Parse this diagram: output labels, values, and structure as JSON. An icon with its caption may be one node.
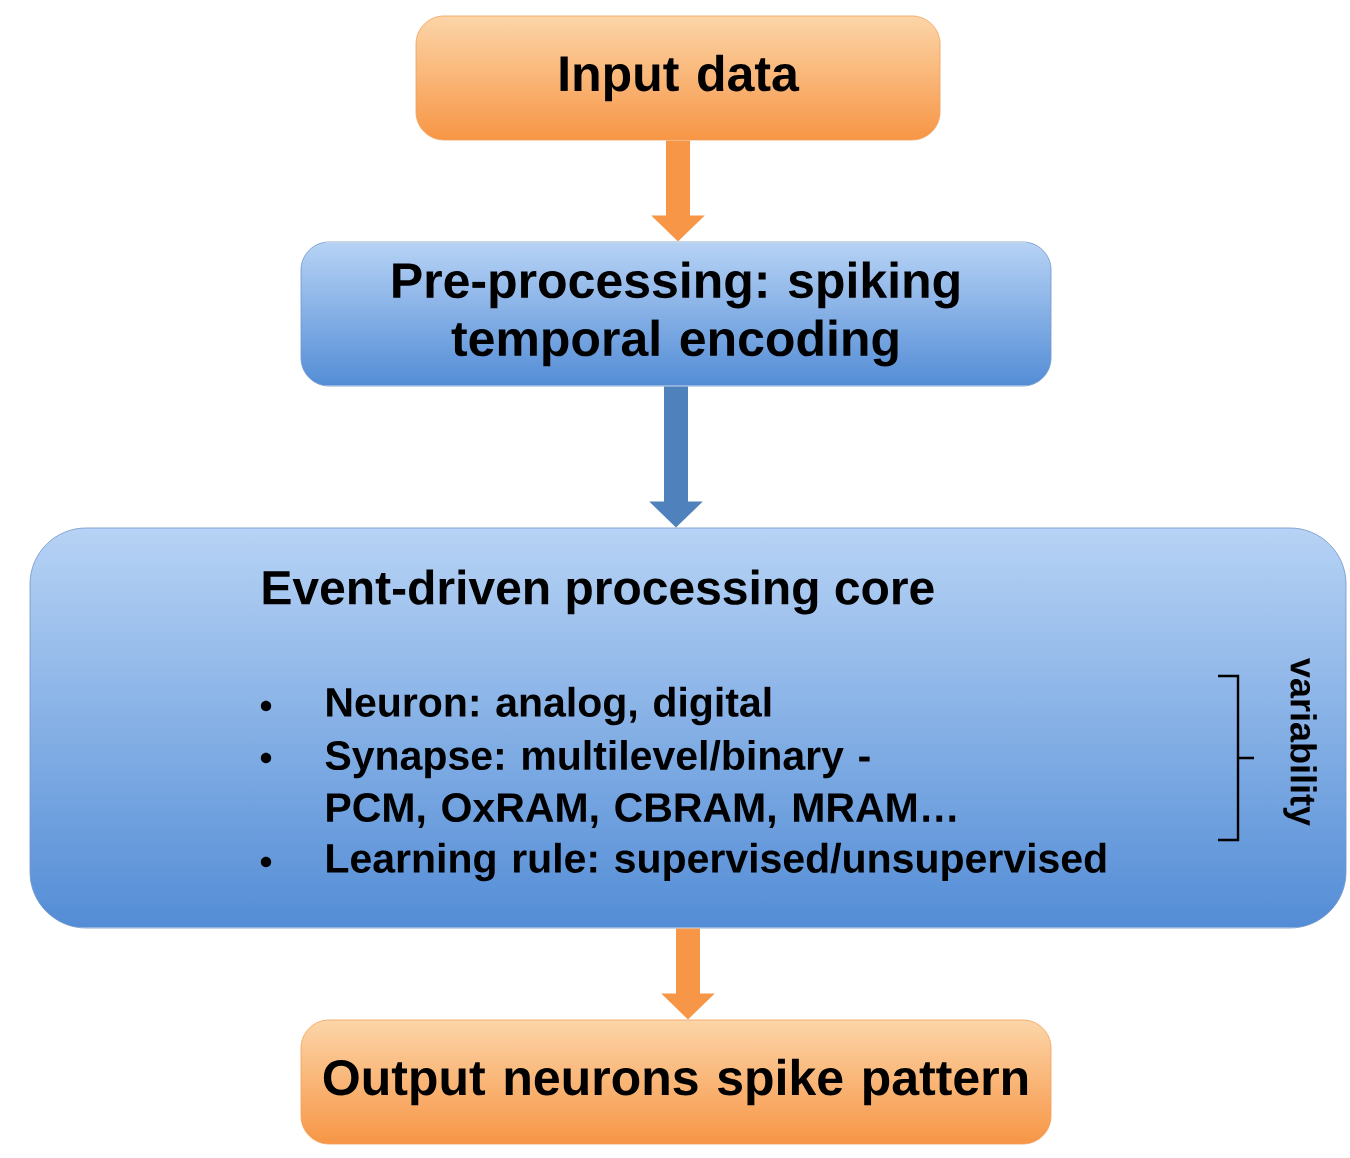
{
  "diagram": {
    "nodes": [
      {
        "text": [
          "Input data"
        ]
      },
      {
        "text": [
          "Pre-processing: spiking temporal encoding"
        ]
      },
      {
        "text": [
          "Event-driven processing core",
          "Neuron: analog, digital",
          "Synapse: multilevel/binary -PCM, OxRAM, CBRAM, MRAM…",
          "Learning rule: supervised/unsupervised"
        ]
      },
      {
        "text": [
          "Output neurons spike pattern"
        ]
      }
    ],
    "edges": [
      {
        "from": 0,
        "to": 1,
        "arrow": "to"
      },
      {
        "from": 1,
        "to": 2,
        "arrow": "to",
        "color": "#4f81bd"
      },
      {
        "from": 2,
        "to": 3,
        "arrow": "to"
      }
    ],
    "labels": [
      "variability"
    ]
  }
}
